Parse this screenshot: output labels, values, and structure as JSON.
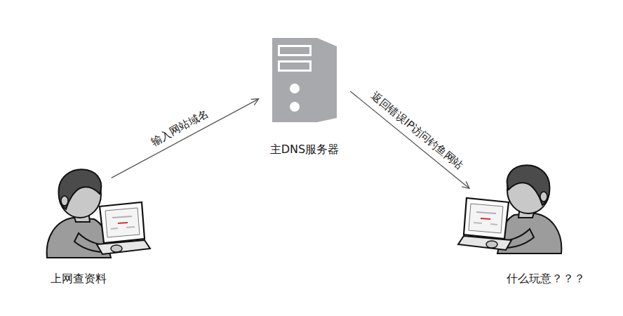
{
  "diagram": {
    "nodes": [
      {
        "text": [
          "上网查资料"
        ]
      },
      {
        "text": [
          "主DNS服务器"
        ]
      },
      {
        "text": [
          "什么玩意？？？"
        ]
      }
    ],
    "edges": [
      {
        "from": 0,
        "to": 1,
        "arrow": "to",
        "label": "输入网站域名"
      },
      {
        "from": 1,
        "to": 2,
        "arrow": "to",
        "label": "返回错误IP访问钓鱼网站"
      }
    ]
  }
}
